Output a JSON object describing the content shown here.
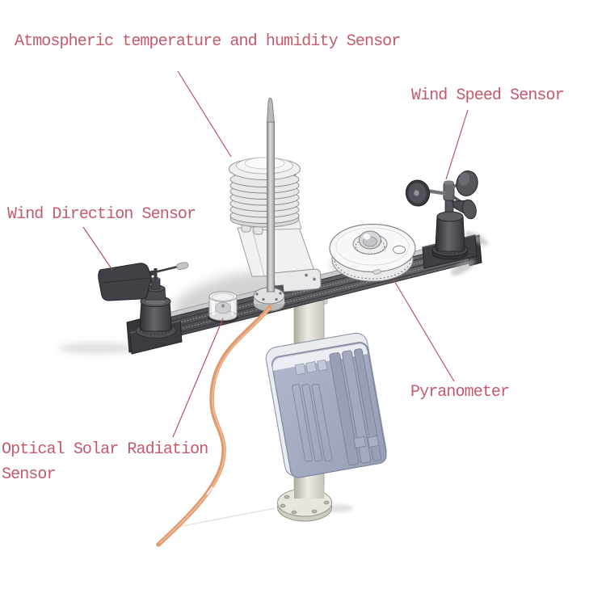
{
  "figure": {
    "subject": "Automatic weather station diagram",
    "background_color": "#ffffff",
    "label_color": "#c45a6c",
    "leader_color": "#b2505a",
    "cable_color": "#e09a70"
  },
  "annotations": {
    "atmospheric_sensor": {
      "label": "Atmospheric temperature and humidity Sensor"
    },
    "wind_speed_sensor": {
      "label": "Wind Speed Sensor"
    },
    "wind_direction_sensor": {
      "label": "Wind Direction Sensor"
    },
    "pyranometer": {
      "label": "Pyranometer"
    },
    "optical_solar_radiation_sensor": {
      "label": "Optical Solar Radiation Sensor"
    }
  }
}
